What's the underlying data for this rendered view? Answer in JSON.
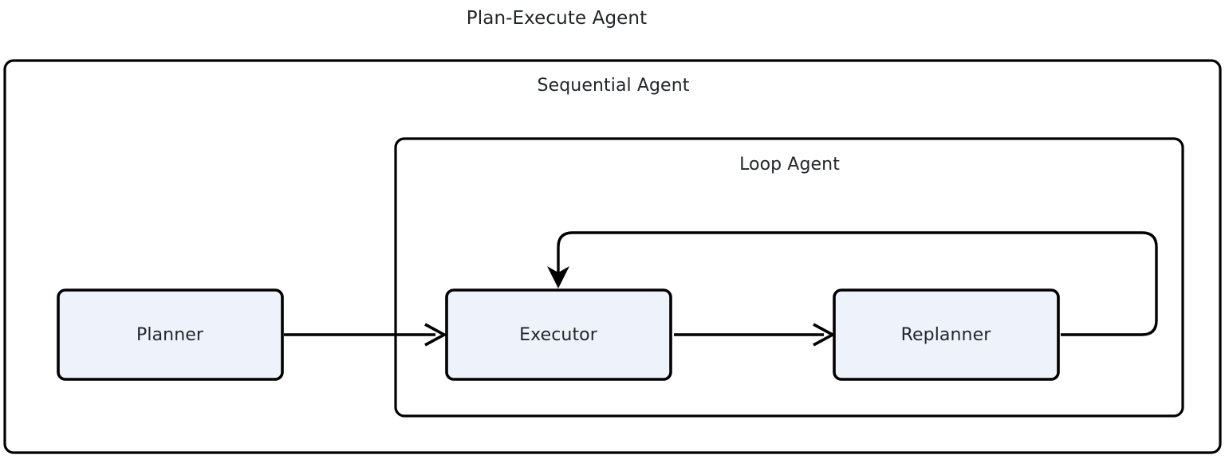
{
  "diagram": {
    "type": "flowchart",
    "title": "Plan-Execute Agent",
    "background_color": "#ffffff",
    "text_color": "#232729",
    "stroke_color": "#000000",
    "node_fill_color": "#eef2fb",
    "containers": [
      {
        "id": "sequential-agent",
        "label": "Sequential Agent",
        "contains": [
          "planner",
          "loop-agent"
        ]
      },
      {
        "id": "loop-agent",
        "label": "Loop Agent",
        "contains": [
          "executor",
          "replanner"
        ]
      }
    ],
    "nodes": [
      {
        "id": "planner",
        "label": "Planner"
      },
      {
        "id": "executor",
        "label": "Executor"
      },
      {
        "id": "replanner",
        "label": "Replanner"
      }
    ],
    "edges": [
      {
        "id": "planner-to-executor",
        "from": "planner",
        "to": "executor",
        "label": "",
        "arrowhead": "open"
      },
      {
        "id": "executor-to-replanner",
        "from": "executor",
        "to": "replanner",
        "label": "",
        "arrowhead": "open"
      },
      {
        "id": "replanner-to-executor",
        "from": "replanner",
        "to": "executor",
        "label": "",
        "arrowhead": "solid",
        "routing": "loop-back"
      }
    ]
  }
}
